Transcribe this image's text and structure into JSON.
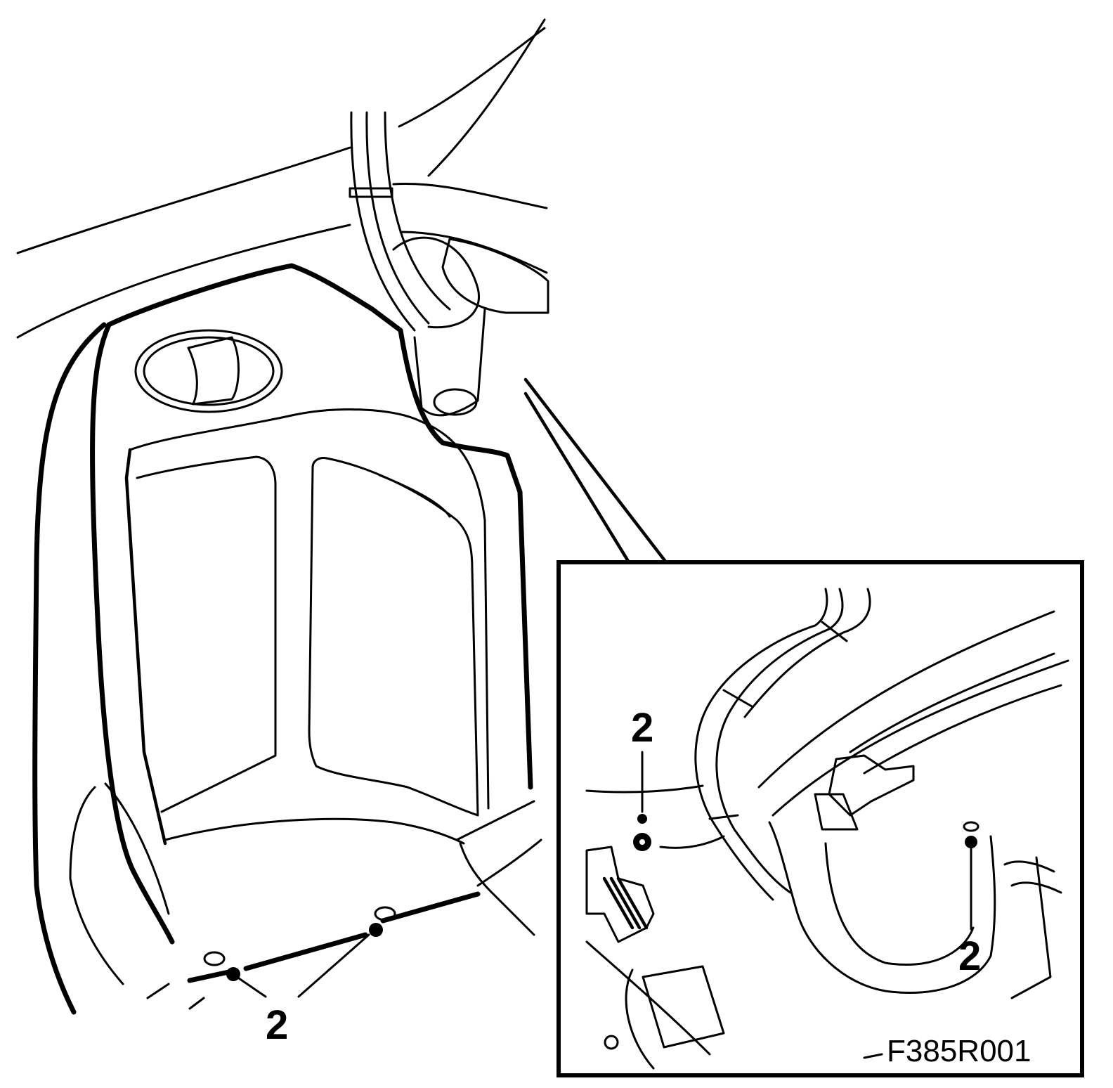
{
  "callouts": {
    "main_label": "2",
    "inset_upper_label": "2",
    "inset_lower_label": "2"
  },
  "figure_code": "F385R001",
  "colors": {
    "line": "#000000",
    "background": "#ffffff"
  }
}
